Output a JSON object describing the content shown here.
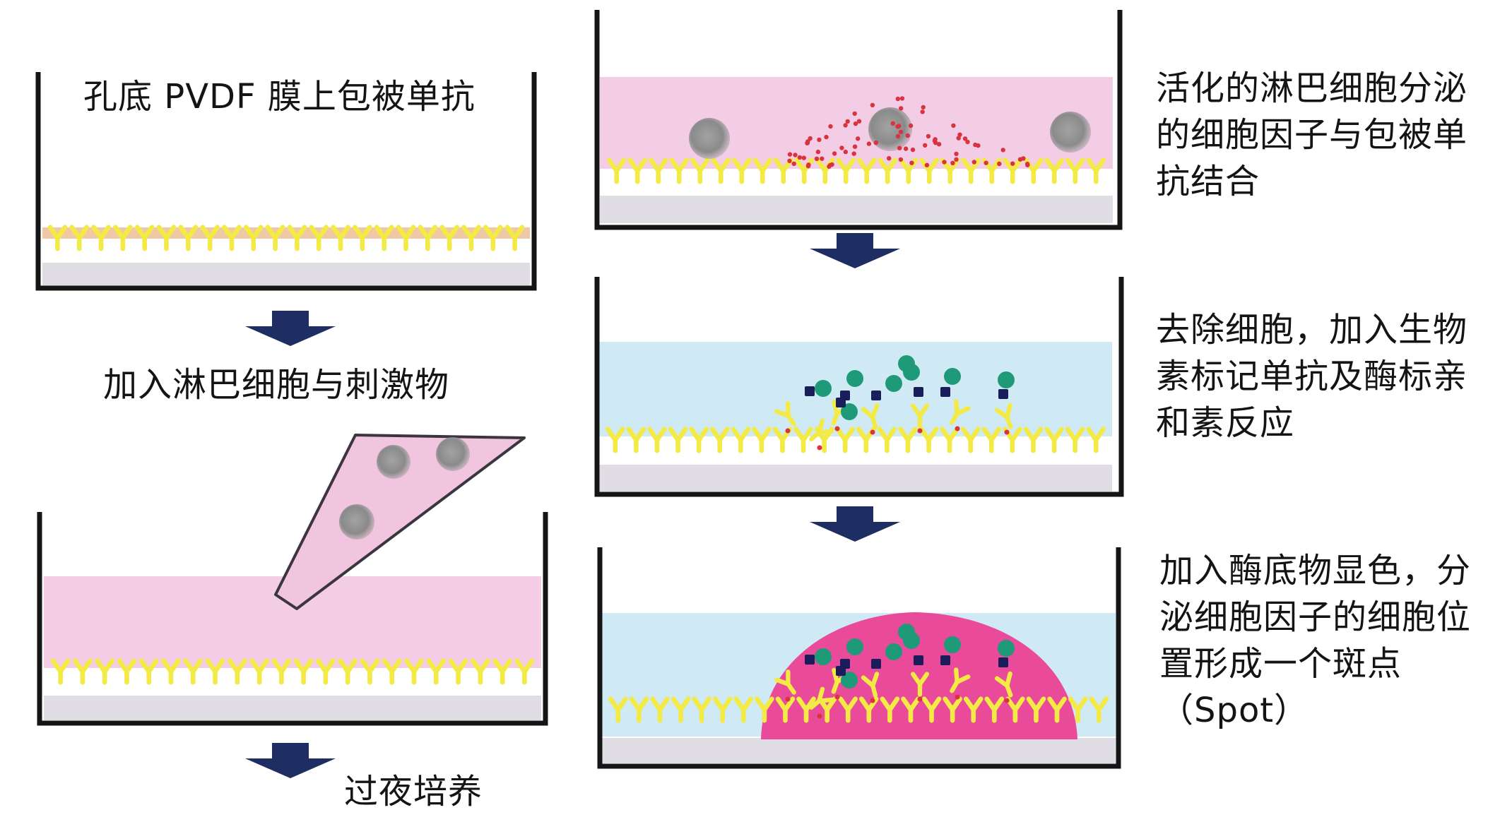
{
  "steps": {
    "s1": "孔底 PVDF 膜上包被单抗",
    "s2": "加入淋巴细胞与刺激物",
    "s3": "过夜培养",
    "s4": "活化的淋巴细胞分泌\n的细胞因子与包被单\n抗结合",
    "s5": "去除细胞，加入生物\n素标记单抗及酶标亲\n和素反应",
    "s6": "加入酶底物显色，分\n泌细胞因子的细胞位\n置形成一个斑点\n（Spot）"
  },
  "colors": {
    "medium_pink": "#f3cde6",
    "medium_blue": "#cfe9f5",
    "membrane": "#e1dde4",
    "antibody": "#f3ea46",
    "cell": "#8b8b8b",
    "cytokine": "#d8333f",
    "streptavidin": "#1f9a79",
    "biotin": "#1a1d5c",
    "spot": "#ea4a9a",
    "arrow": "#1f2e62",
    "well": "#151515"
  }
}
